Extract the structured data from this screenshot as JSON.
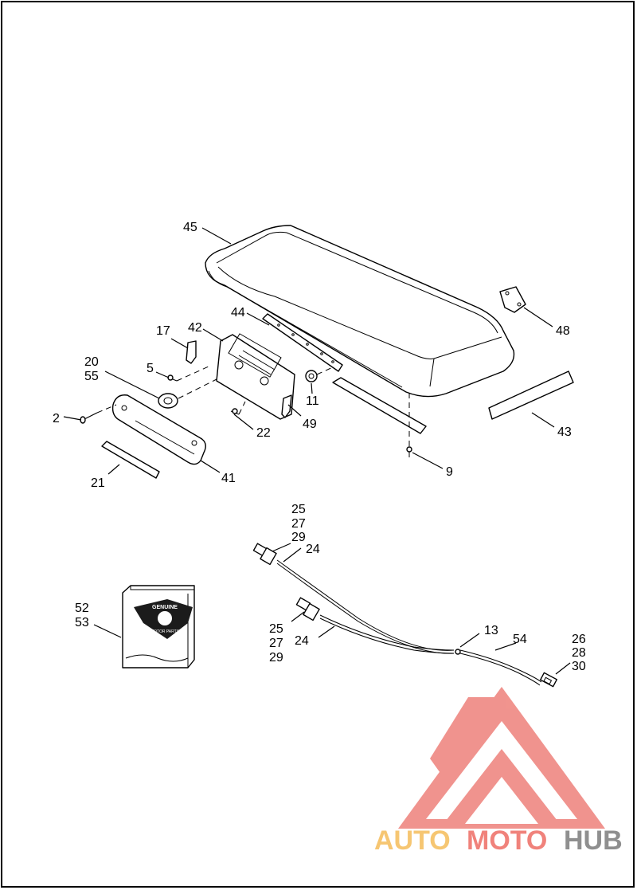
{
  "labels": {
    "p45": "45",
    "p44": "44",
    "p42": "42",
    "p17": "17",
    "p20": "20",
    "p55": "55",
    "p5": "5",
    "p2": "2",
    "p11": "11",
    "p49": "49",
    "p22": "22",
    "p9": "9",
    "p21": "21",
    "p41": "41",
    "p48": "48",
    "p43": "43",
    "p25a": "25",
    "p27a": "27",
    "p29a": "29",
    "p24a": "24",
    "p52": "52",
    "p53": "53",
    "p25b": "25",
    "p27b": "27",
    "p29b": "29",
    "p24b": "24",
    "p13": "13",
    "p54": "54",
    "p26": "26",
    "p28": "28",
    "p30": "30"
  },
  "badge": {
    "line1": "GENUINE",
    "line2": "MOTOR PARTS"
  },
  "watermark": {
    "auto": "AUTO",
    "moto": "MOTO",
    "hub": "HUB",
    "colors": {
      "auto": "#f6c36b",
      "moto": "#f07c74",
      "hub": "#8a8a8a",
      "triangle": "#f08e88"
    }
  }
}
